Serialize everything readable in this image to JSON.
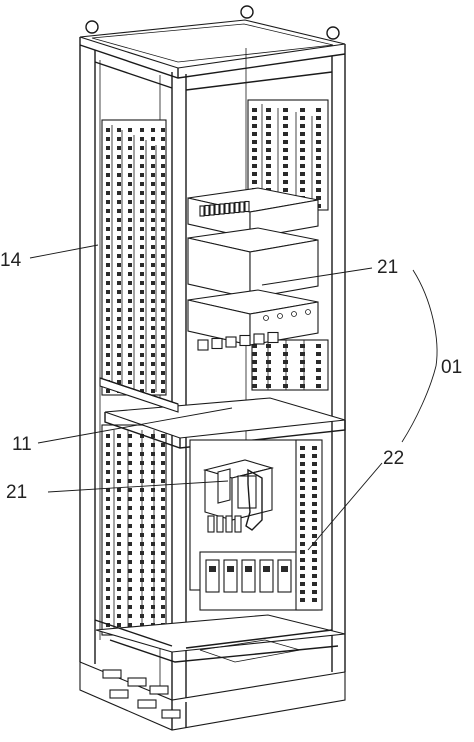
{
  "labels": {
    "l14": "14",
    "l21a": "21",
    "l01": "01",
    "l11": "11",
    "l21b": "21",
    "l22": "22"
  },
  "colors": {
    "line": "#1a1a1a",
    "background": "#ffffff"
  }
}
